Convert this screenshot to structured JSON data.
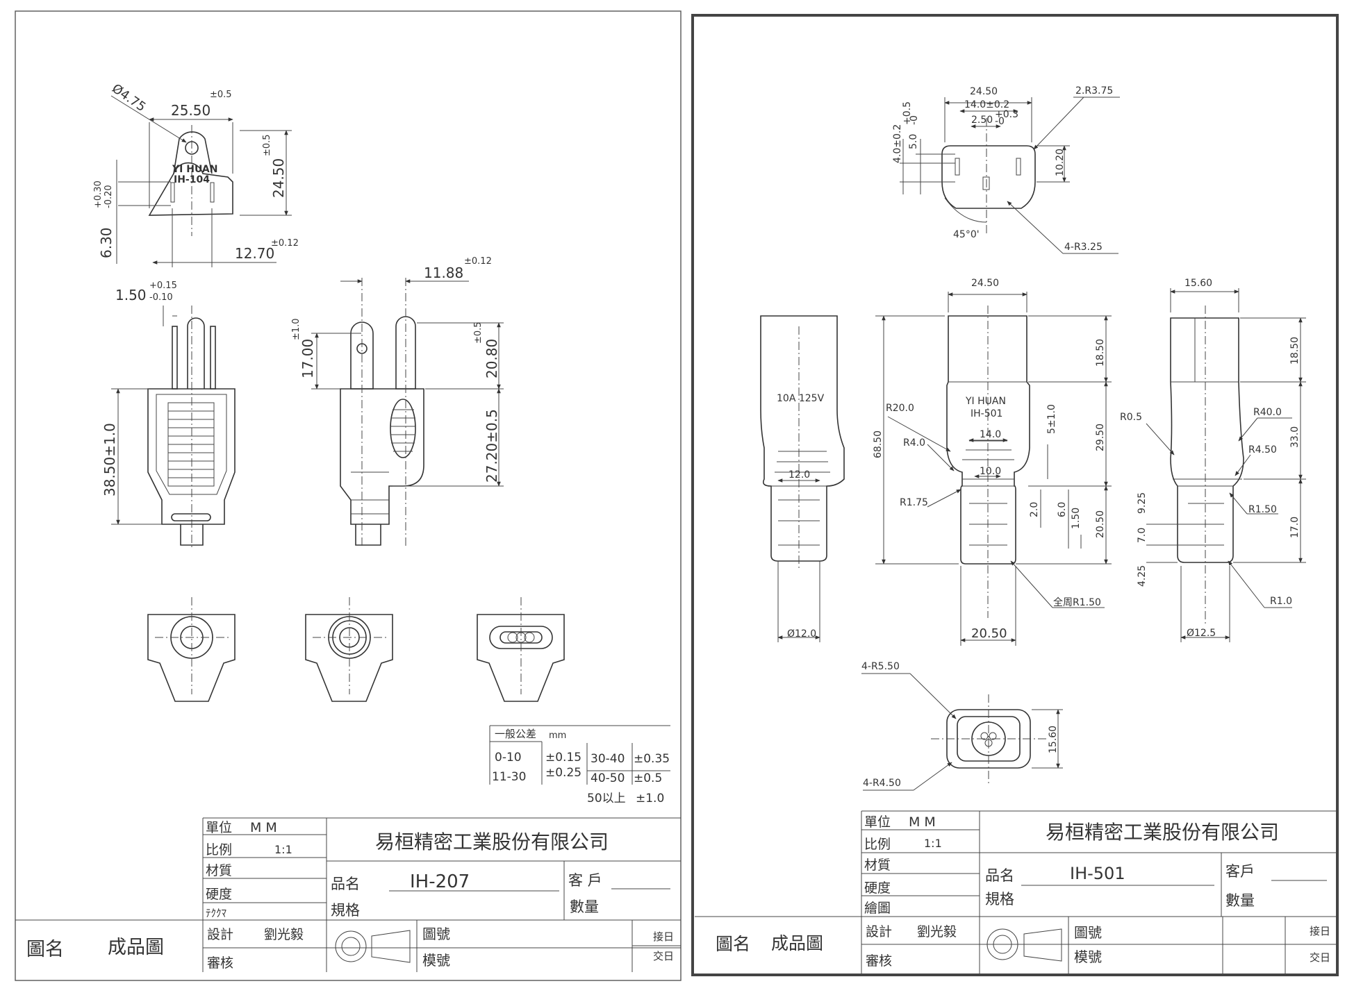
{
  "left_sheet": {
    "plug_marking": {
      "brand": "YI HUAN",
      "model": "IH-104"
    },
    "dims": {
      "hole_dia": "Ø4.75",
      "width": "25.50",
      "width_tol": "±0.5",
      "height": "24.50",
      "height_tol": "±0.5",
      "pin_off": "6.30",
      "pin_off_tol_plus": "+0.30",
      "pin_off_tol_minus": "-0.20",
      "pin_spacing": "12.70",
      "pin_spacing_tol": "±0.12",
      "pin_thick": "1.50",
      "pin_thick_tol_plus": "+0.15",
      "pin_thick_tol_minus": "-0.10",
      "body_len": "38.50±1.0",
      "pin_gap": "11.88",
      "pin_gap_tol": "±0.12",
      "pin_h1": "17.00",
      "pin_h1_tol": "±1.0",
      "pin_h2": "20.80",
      "pin_h2_tol": "±0.5",
      "body_h": "27.20±0.5"
    },
    "tolerance_table": {
      "title": "一般公差",
      "unit": "mm",
      "rows": [
        {
          "range": "0-10",
          "tol": "±0.15"
        },
        {
          "range": "11-30",
          "tol": "±0.25"
        },
        {
          "range": "30-40",
          "tol": "±0.35"
        },
        {
          "range": "40-50",
          "tol": "±0.5"
        },
        {
          "range": "50以上",
          "tol": "±1.0"
        }
      ]
    },
    "title_block": {
      "unit_label": "單位",
      "unit_value": "M    M",
      "scale_label": "比例",
      "scale_value": "1:1",
      "material_label": "材質",
      "hardness_label": "硬度",
      "misc_label": "ﾃｸｸﾏ",
      "design_label": "設計",
      "designer": "劉光毅",
      "review_label": "審核",
      "company": "易桓精密工業股份有限公司",
      "part_label": "品名",
      "part_value": "IH-207",
      "spec_label": "規格",
      "customer_label": "客 戶",
      "qty_label": "數量",
      "drawing_no_label": "圖號",
      "mold_no_label": "模號",
      "receive_label": "接日",
      "deliver_label": "交日",
      "drawing_name_label": "圖名",
      "drawing_name_value": "成品圖"
    }
  },
  "right_sheet": {
    "dims": {
      "top_width": "24.50",
      "top_inner": "14.0±0.2",
      "top_small": "2.50",
      "top_small_tol_plus": "+0.3",
      "top_small_tol_minus": "-0",
      "corner_r": "2.R3.75",
      "left_v1": "4.0±0.2",
      "left_v2": "5.0",
      "left_v2_tol_plus": "+0.5",
      "left_v2_tol_minus": "-0",
      "right_v": "10.20",
      "angle": "45°0'",
      "corner_r2": "4-R3.25",
      "front_width": "24.50",
      "side_width": "15.60",
      "top_h": "18.50",
      "mid_h": "29.50",
      "bot_h": "20.50",
      "total_h": "68.50",
      "small_a": "5±1.0",
      "small_b": "2.0",
      "small_c": "6.0",
      "small_d": "1.50",
      "inner_w1": "14.0",
      "inner_w2": "10.0",
      "r20": "R20.0",
      "r4": "R4.0",
      "r175": "R1.75",
      "r_all": "全周R1.50",
      "bot_width": "20.50",
      "rating": "10A  125V",
      "left_inner_w": "12.0",
      "left_dia": "Ø12.0",
      "r05": "R0.5",
      "r40": "R40.0",
      "r450": "R4.50",
      "r150": "R1.50",
      "r10": "R1.0",
      "side_top_h": "18.50",
      "side_mid_h": "33.0",
      "side_bot_h": "17.0",
      "side_a": "9.25",
      "side_b": "7.0",
      "side_c": "4.25",
      "right_dia": "Ø12.5",
      "face_r1": "4-R5.50",
      "face_r2": "4-R4.50",
      "face_h": "15.60"
    },
    "plug_marking": {
      "brand": "YI HUAN",
      "model": "IH-501"
    },
    "title_block": {
      "unit_label": "單位",
      "unit_value": "M    M",
      "scale_label": "比例",
      "scale_value": "1:1",
      "material_label": "材質",
      "hardness_label": "硬度",
      "drawn_label": "繪圖",
      "design_label": "設計",
      "designer": "劉光毅",
      "review_label": "審核",
      "company": "易桓精密工業股份有限公司",
      "part_label": "品名",
      "part_value": "IH-501",
      "spec_label": "規格",
      "customer_label": "客戶",
      "qty_label": "數量",
      "drawing_no_label": "圖號",
      "mold_no_label": "模號",
      "receive_label": "接日",
      "deliver_label": "交日",
      "drawing_name_label": "圖名",
      "drawing_name_value": "成品圖"
    }
  }
}
